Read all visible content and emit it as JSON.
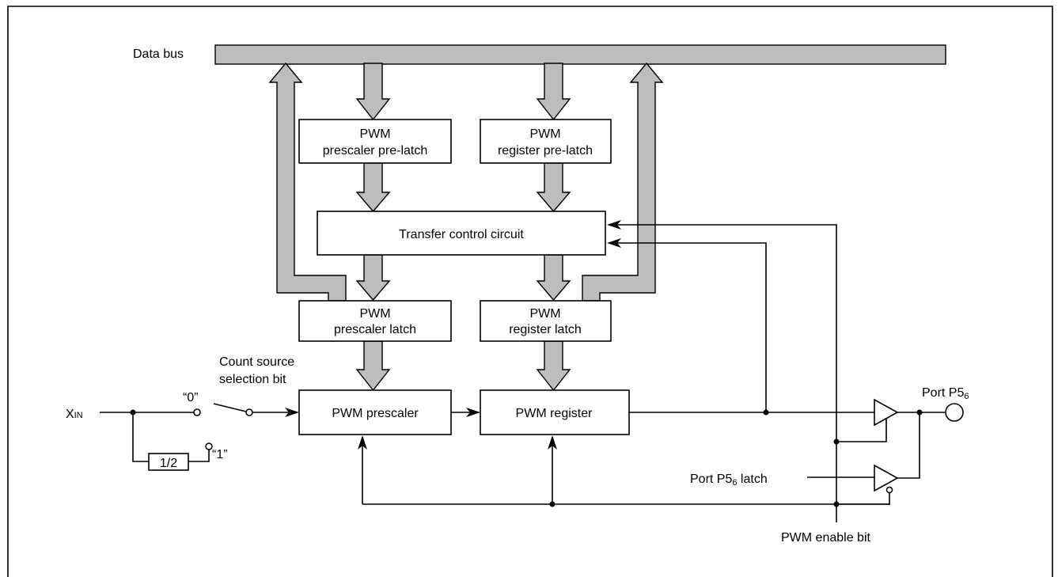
{
  "labels": {
    "data_bus": "Data bus",
    "prescaler_prelatch": [
      "PWM",
      "prescaler pre-latch"
    ],
    "register_prelatch": [
      "PWM",
      "register pre-latch"
    ],
    "transfer_control": "Transfer control circuit",
    "prescaler_latch": [
      "PWM",
      "prescaler latch"
    ],
    "register_latch": [
      "PWM",
      "register latch"
    ],
    "prescaler": "PWM prescaler",
    "register": "PWM register",
    "count_source": [
      "Count source",
      "selection bit"
    ],
    "zero": "“0”",
    "one": "“1”",
    "xin_main": "X",
    "xin_sub": "IN",
    "divider": "1/2",
    "port_main": "Port P5",
    "port_sub": "6",
    "port_latch_main": "Port P5",
    "port_latch_sub": "6",
    "port_latch_tail": " latch",
    "pwm_enable": "PWM enable bit"
  },
  "colors": {
    "bus_fill": "#bdbdbd",
    "stroke": "#000000",
    "background": "#ffffff"
  }
}
